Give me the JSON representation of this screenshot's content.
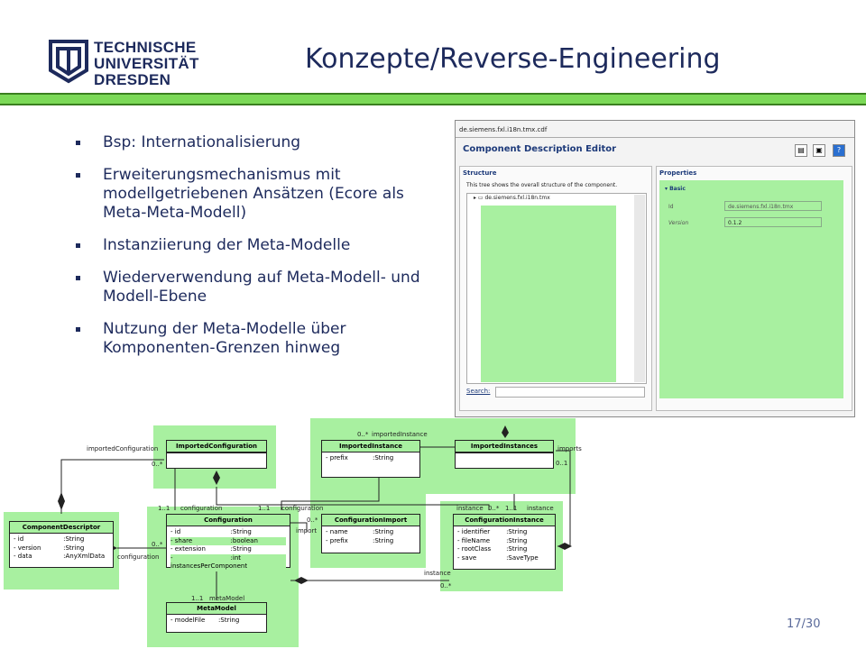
{
  "header": {
    "university_lines": [
      "TECHNISCHE",
      "UNIVERSITÄT",
      "DRESDEN"
    ],
    "title": "Konzepte/Reverse-Engineering"
  },
  "bullets": [
    "Bsp: Internationalisierung",
    "Erweiterungsmechanismus  mit modellgetriebenen Ansätzen (Ecore als Meta-Meta-Modell)",
    "Instanziierung der Meta-Modelle",
    "Wiederverwendung auf Meta-Modell- und Modell-Ebene",
    "Nutzung der Meta-Modelle über Komponenten-Grenzen hinweg"
  ],
  "editor": {
    "tab": "de.siemens.fxl.i18n.tmx.cdf",
    "title": "Component Description Editor",
    "structure_head": "Structure",
    "structure_desc": "This tree shows the overall structure of the component.",
    "tree_root": "de.siemens.fxl.i18n.tmx",
    "properties_head": "Properties",
    "basic_label": "Basic",
    "id_label": "Id",
    "id_value": "de.siemens.fxl.i18n.tmx",
    "version_label": "Version",
    "version_value": "0.1.2",
    "search_label": "Search:"
  },
  "uml": {
    "component_descriptor": {
      "name": "ComponentDescriptor",
      "attrs": [
        [
          "- id",
          ":String"
        ],
        [
          "- version",
          ":String"
        ],
        [
          "- data",
          ":AnyXmlData"
        ]
      ]
    },
    "imported_configuration": {
      "name": "ImportedConfiguration"
    },
    "configuration": {
      "name": "Configuration",
      "attrs": [
        [
          "- id",
          ":String"
        ],
        [
          "- share",
          ":boolean"
        ],
        [
          "- extension",
          ":String"
        ],
        [
          "- instancesPerComponent",
          ":int"
        ]
      ]
    },
    "meta_model": {
      "name": "MetaModel",
      "attrs": [
        [
          "- modelFile",
          ":String"
        ]
      ]
    },
    "imported_instance": {
      "name": "ImportedInstance",
      "attrs": [
        [
          "- prefix",
          ":String"
        ]
      ]
    },
    "imported_instances": {
      "name": "ImportedInstances"
    },
    "configuration_import": {
      "name": "ConfigurationImport",
      "attrs": [
        [
          "- name",
          ":String"
        ],
        [
          "- prefix",
          ":String"
        ]
      ]
    },
    "configuration_instance": {
      "name": "ConfigurationInstance",
      "attrs": [
        [
          "- identifier",
          ":String"
        ],
        [
          "- fileName",
          ":String"
        ],
        [
          "- rootClass",
          ":String"
        ],
        [
          "- save",
          ":SaveType"
        ]
      ]
    },
    "labels": {
      "imported_configuration": "importedConfiguration",
      "mult_0n_a": "0..*",
      "mult_0n_b": "0..*",
      "configuration_role": "configuration",
      "mult_11_conf": "1..1",
      "conf_arrow": "configuration",
      "mult_11_conf2": "1..1",
      "conf_arrow2": "configuration",
      "mult_0n_c": "0..*",
      "import_role": "import",
      "mult_0n_d": "0..*",
      "imported_instance_role": "importedInstance",
      "imports_role": "imports",
      "mult_0n_e": "0..1",
      "instance_role_1": "instance",
      "mult_0n_f": "0..*",
      "mult_11_inst": "1..1",
      "instance_role_2": "instance",
      "instance_role_3": "instance",
      "mult_0n_g": "0..*",
      "mult_11_mm": "1..1",
      "metamodel_role": "metaModel"
    }
  },
  "footer": {
    "page": "17/30"
  }
}
